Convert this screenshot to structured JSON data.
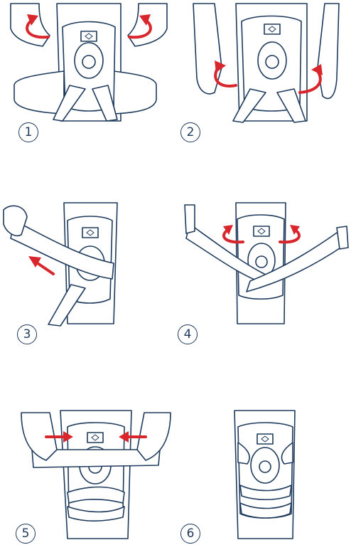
{
  "steps": [
    {
      "number": "1",
      "description_icon": "hands-lifting-sleeve-icon"
    },
    {
      "number": "2",
      "description_icon": "hands-folding-sleeve-icon"
    },
    {
      "number": "3",
      "description_icon": "strap-wrap-icon"
    },
    {
      "number": "4",
      "description_icon": "strap-cross-icon"
    },
    {
      "number": "5",
      "description_icon": "hands-fasten-icon"
    },
    {
      "number": "6",
      "description_icon": "brace-fitted-icon"
    }
  ],
  "colors": {
    "line": "#1e3a5c",
    "arrow": "#d9262c",
    "background": "#ffffff"
  }
}
